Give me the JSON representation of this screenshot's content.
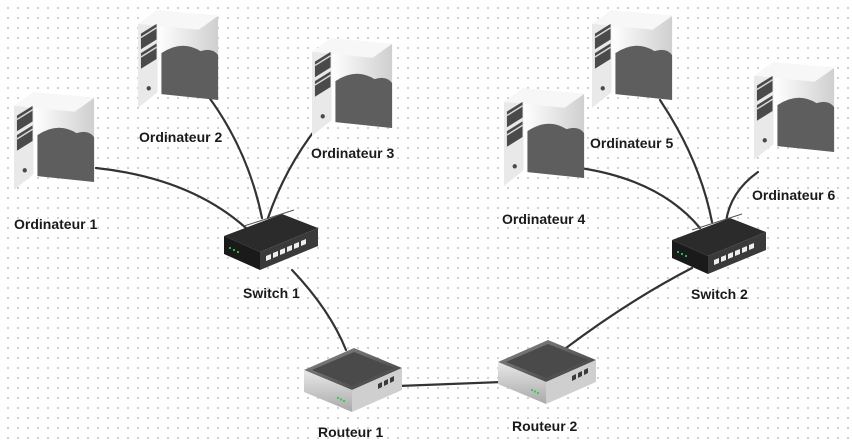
{
  "nodes": {
    "pc1": {
      "label": "Ordinateur 1",
      "type": "computer"
    },
    "pc2": {
      "label": "Ordinateur 2",
      "type": "computer"
    },
    "pc3": {
      "label": "Ordinateur 3",
      "type": "computer"
    },
    "pc4": {
      "label": "Ordinateur 4",
      "type": "computer"
    },
    "pc5": {
      "label": "Ordinateur 5",
      "type": "computer"
    },
    "pc6": {
      "label": "Ordinateur 6",
      "type": "computer"
    },
    "sw1": {
      "label": "Switch 1",
      "type": "switch"
    },
    "sw2": {
      "label": "Switch 2",
      "type": "switch"
    },
    "r1": {
      "label": "Routeur 1",
      "type": "router"
    },
    "r2": {
      "label": "Routeur 2",
      "type": "router"
    }
  },
  "links": [
    [
      "pc1",
      "sw1"
    ],
    [
      "pc2",
      "sw1"
    ],
    [
      "pc3",
      "sw1"
    ],
    [
      "sw1",
      "r1"
    ],
    [
      "r1",
      "r2"
    ],
    [
      "r2",
      "sw2"
    ],
    [
      "pc4",
      "sw2"
    ],
    [
      "pc5",
      "sw2"
    ],
    [
      "pc6",
      "sw2"
    ]
  ]
}
